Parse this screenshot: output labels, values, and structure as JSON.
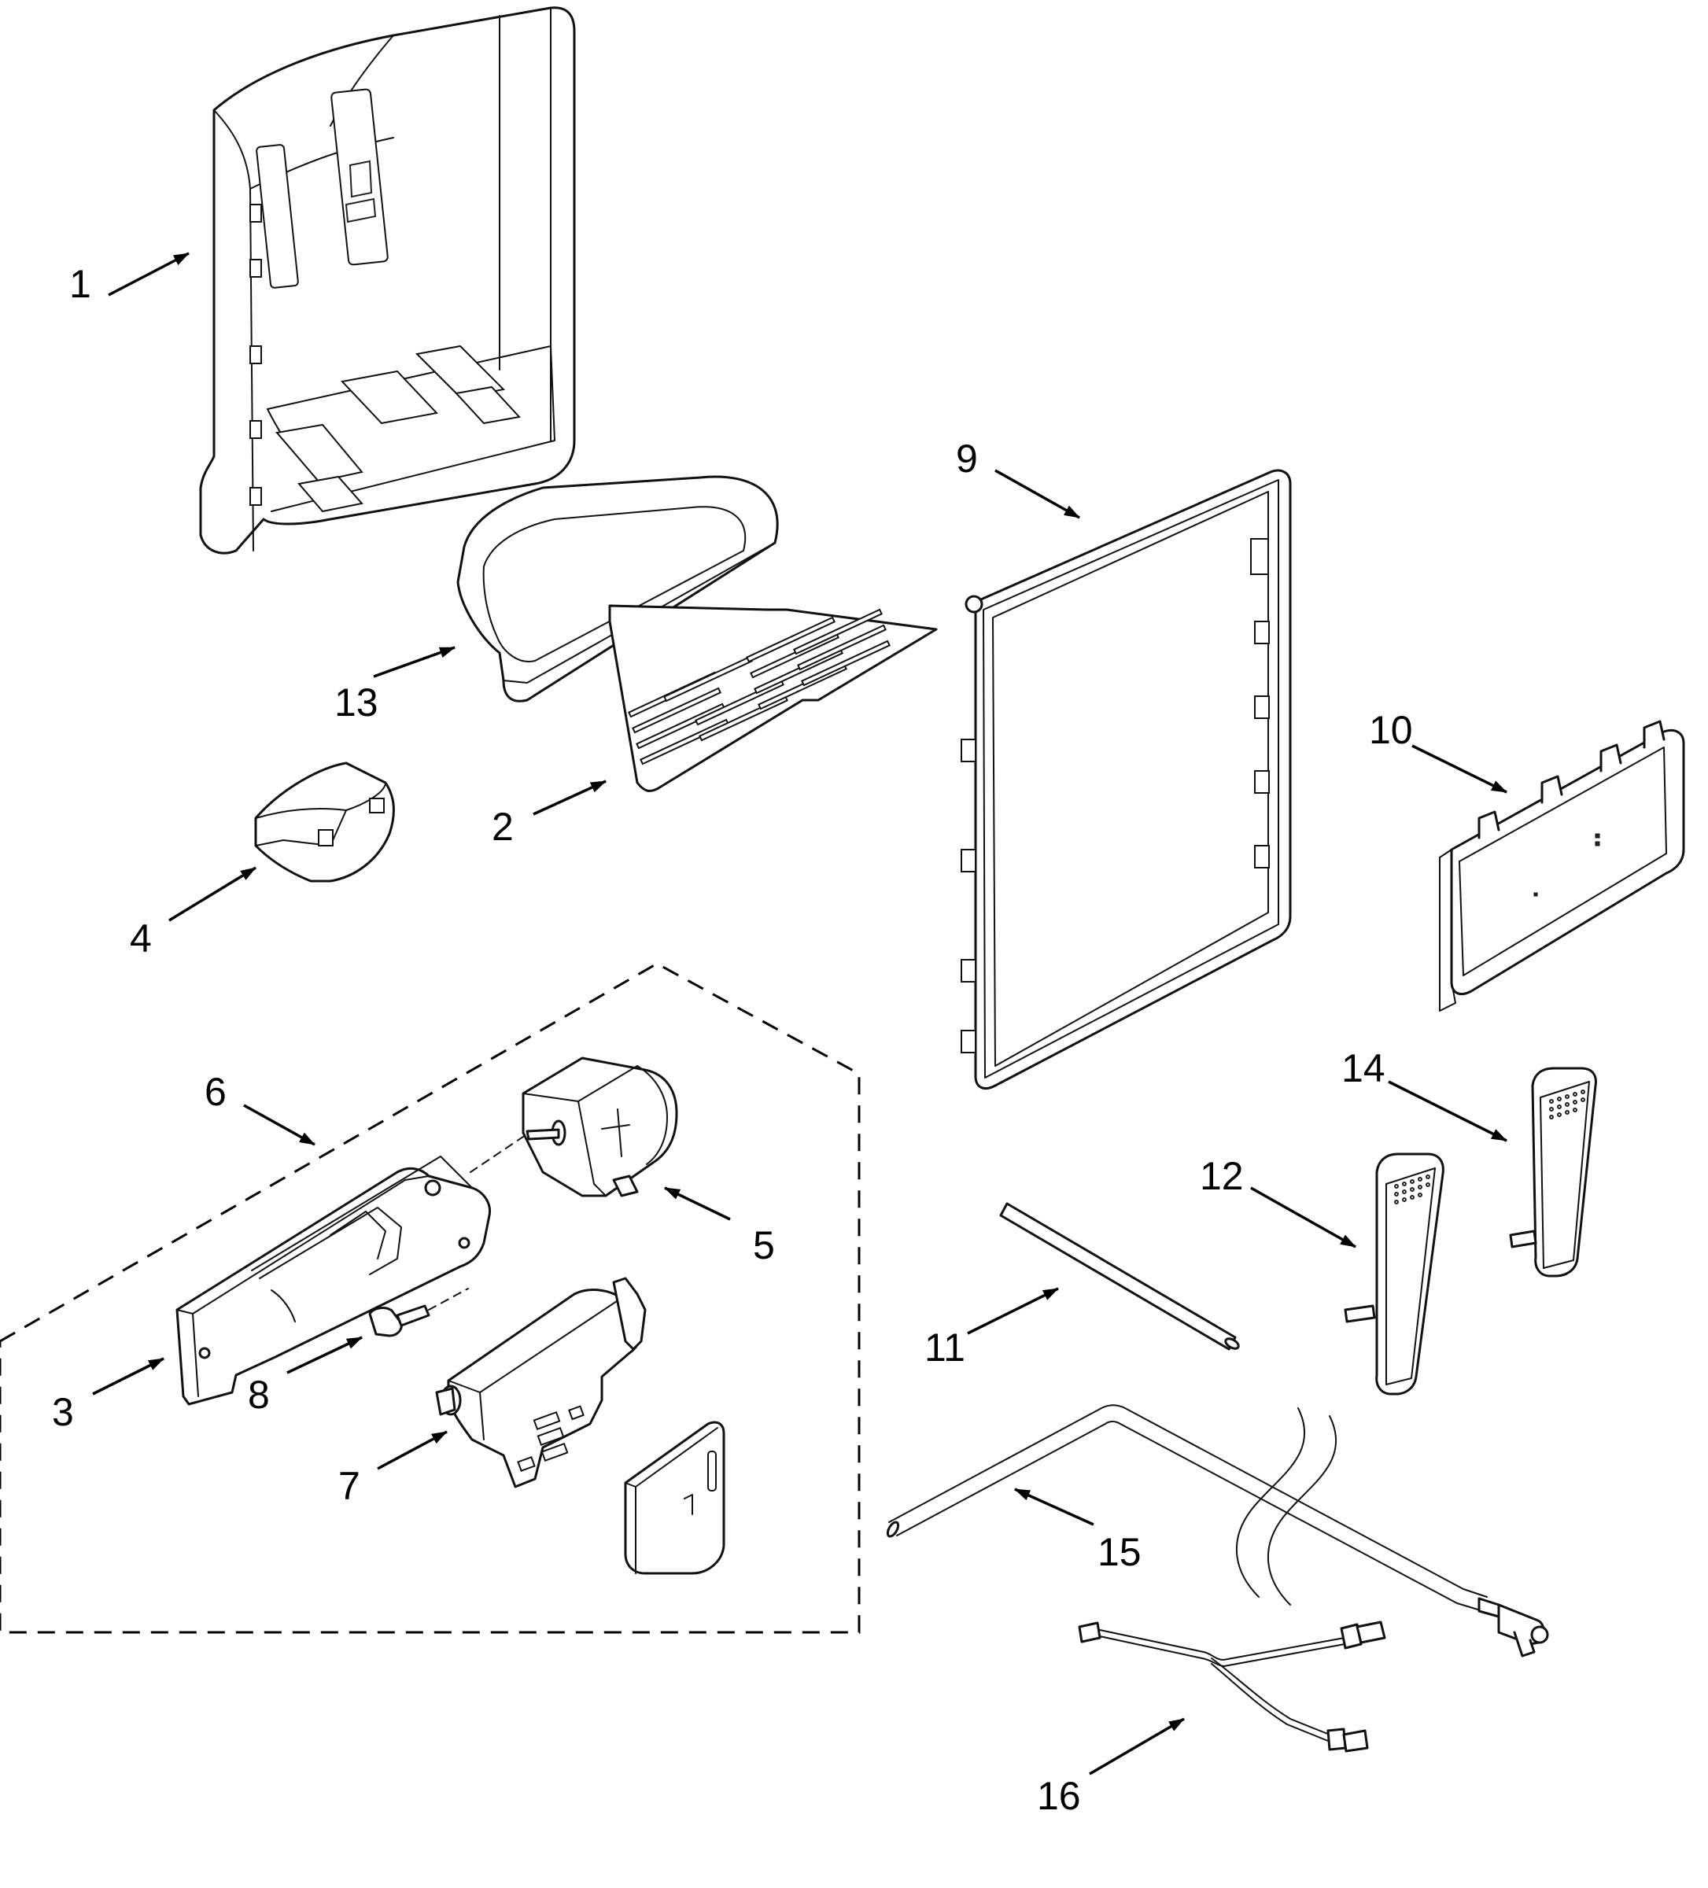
{
  "diagram": {
    "type": "exploded-parts-diagram",
    "callouts": {
      "c1": "1",
      "c2": "2",
      "c3": "3",
      "c4": "4",
      "c5": "5",
      "c6": "6",
      "c7": "7",
      "c8": "8",
      "c9": "9",
      "c10": "10",
      "c11": "11",
      "c12": "12",
      "c13": "13",
      "c14": "14",
      "c15": "15",
      "c16": "16"
    }
  }
}
